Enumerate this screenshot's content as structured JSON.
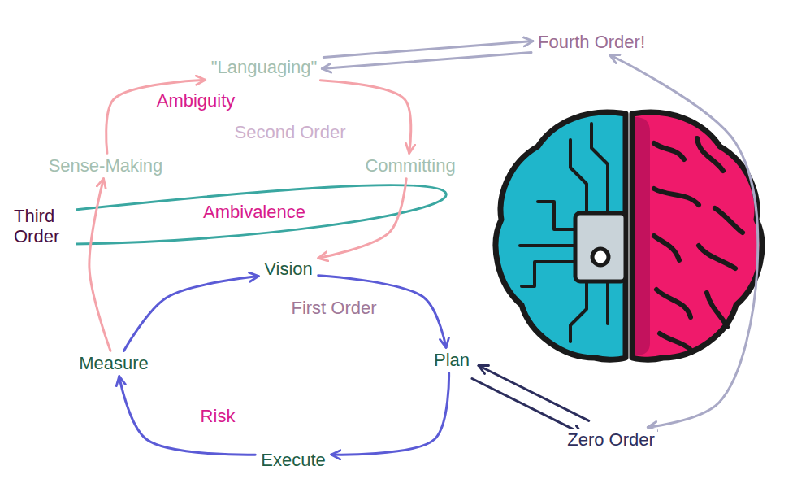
{
  "diagram": {
    "nodes": [
      {
        "text": [
          "\"Languaging\""
        ]
      },
      {
        "text": [
          "Fourth Order!"
        ]
      },
      {
        "text": [
          "Sense-Making"
        ]
      },
      {
        "text": [
          "Committing"
        ]
      },
      {
        "text": [
          "Vision"
        ]
      },
      {
        "text": [
          "Measure"
        ]
      },
      {
        "text": [
          "Plan"
        ]
      },
      {
        "text": [
          "Execute"
        ]
      },
      {
        "text": [
          "Zero Order"
        ]
      }
    ],
    "edges": [
      {
        "from": 2,
        "to": 0,
        "arrow": "to"
      },
      {
        "from": 0,
        "to": 3,
        "arrow": "to"
      },
      {
        "from": 3,
        "to": 4,
        "arrow": "to"
      },
      {
        "from": 5,
        "to": 2,
        "arrow": "to"
      },
      {
        "from": 4,
        "to": 6,
        "arrow": "to"
      },
      {
        "from": 6,
        "to": 7,
        "arrow": "to"
      },
      {
        "from": 7,
        "to": 5,
        "arrow": "to"
      },
      {
        "from": 5,
        "to": 4,
        "arrow": "to"
      },
      {
        "from": 0,
        "to": 1,
        "arrow": "to"
      },
      {
        "from": 1,
        "to": 0,
        "arrow": "to"
      },
      {
        "from": 8,
        "to": 6,
        "arrow": "to"
      },
      {
        "from": 6,
        "to": 8,
        "arrow": "to"
      },
      {
        "from": 1,
        "to": 8,
        "arrow": "both"
      }
    ],
    "labels": [
      "Ambiguity",
      "Second Order",
      "Third Order",
      "Ambivalence",
      "First Order",
      "Risk"
    ]
  }
}
